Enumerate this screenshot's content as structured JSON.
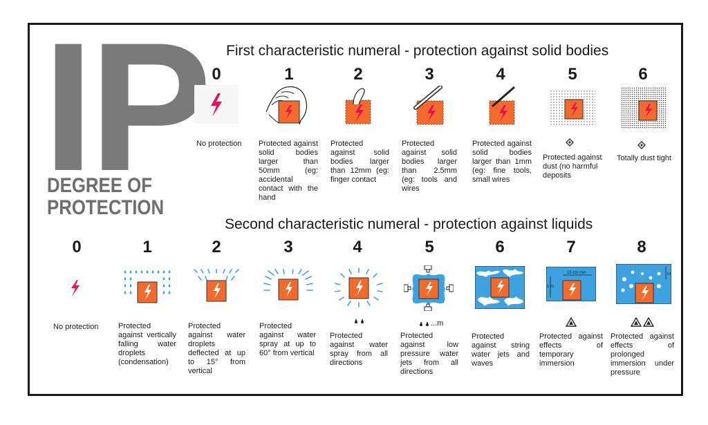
{
  "colors": {
    "box": "#f26a2c",
    "bolt": "#e8125a",
    "water": "#3fa2e0",
    "gray": "#7a7a7a"
  },
  "header": {
    "ip": "IP",
    "degree_line1": "DEGREE OF",
    "degree_line2": "PROTECTION"
  },
  "solids": {
    "title": "First characteristic numeral - protection against solid bodies",
    "items": [
      {
        "num": "0",
        "icon": "lightning-bolt-icon",
        "desc": "No protection"
      },
      {
        "num": "1",
        "icon": "hand-icon",
        "desc": "Protected against solid bodies larger than 50mm (eg: accidental contact with the hand"
      },
      {
        "num": "2",
        "icon": "finger-icon",
        "desc": "Protected against solid bodies larger than 12mm (eg: finger contact"
      },
      {
        "num": "3",
        "icon": "tool-icon",
        "desc": "Protected against solid bodies larger than 2.5mm (eg: tools and wires"
      },
      {
        "num": "4",
        "icon": "wire-icon",
        "desc": "Protected against solid bodies larger than 1mm (eg: fine tools, small wires"
      },
      {
        "num": "5",
        "icon": "dust-icon",
        "desc": "Protected against dust (no harmful deposits"
      },
      {
        "num": "6",
        "icon": "dust-tight-icon",
        "desc": "Totally dust tight"
      }
    ]
  },
  "liquids": {
    "title": "Second characteristic numeral - protection against liquids",
    "items": [
      {
        "num": "0",
        "icon": "lightning-bolt-icon",
        "desc": "No protection"
      },
      {
        "num": "1",
        "icon": "vertical-drops-icon",
        "desc": "Protected against vertically falling water droplets (condensation)"
      },
      {
        "num": "2",
        "icon": "angled-drops-icon",
        "desc": "Protected against water droplets deflected at up to 15° from vertical"
      },
      {
        "num": "3",
        "icon": "spray-icon",
        "desc": "Protected against water spray at up to 60° from vertical"
      },
      {
        "num": "4",
        "icon": "all-directions-spray-icon",
        "desc": "Protected against water spray from all directions"
      },
      {
        "num": "5",
        "icon": "water-jet-icon",
        "desc": "Protected against low pressure water jets from all directions",
        "extra": "...m"
      },
      {
        "num": "6",
        "icon": "waves-icon",
        "desc": "Protected against string water jets and waves"
      },
      {
        "num": "7",
        "icon": "immersion-icon",
        "desc": "Protected against effects of temporary immersion",
        "depth": "15 cm min",
        "depth_m": "1 m"
      },
      {
        "num": "8",
        "icon": "pressure-immersion-icon",
        "desc": "Protected against effects of prolonged immersion under pressure",
        "depth_m": "m"
      }
    ]
  }
}
